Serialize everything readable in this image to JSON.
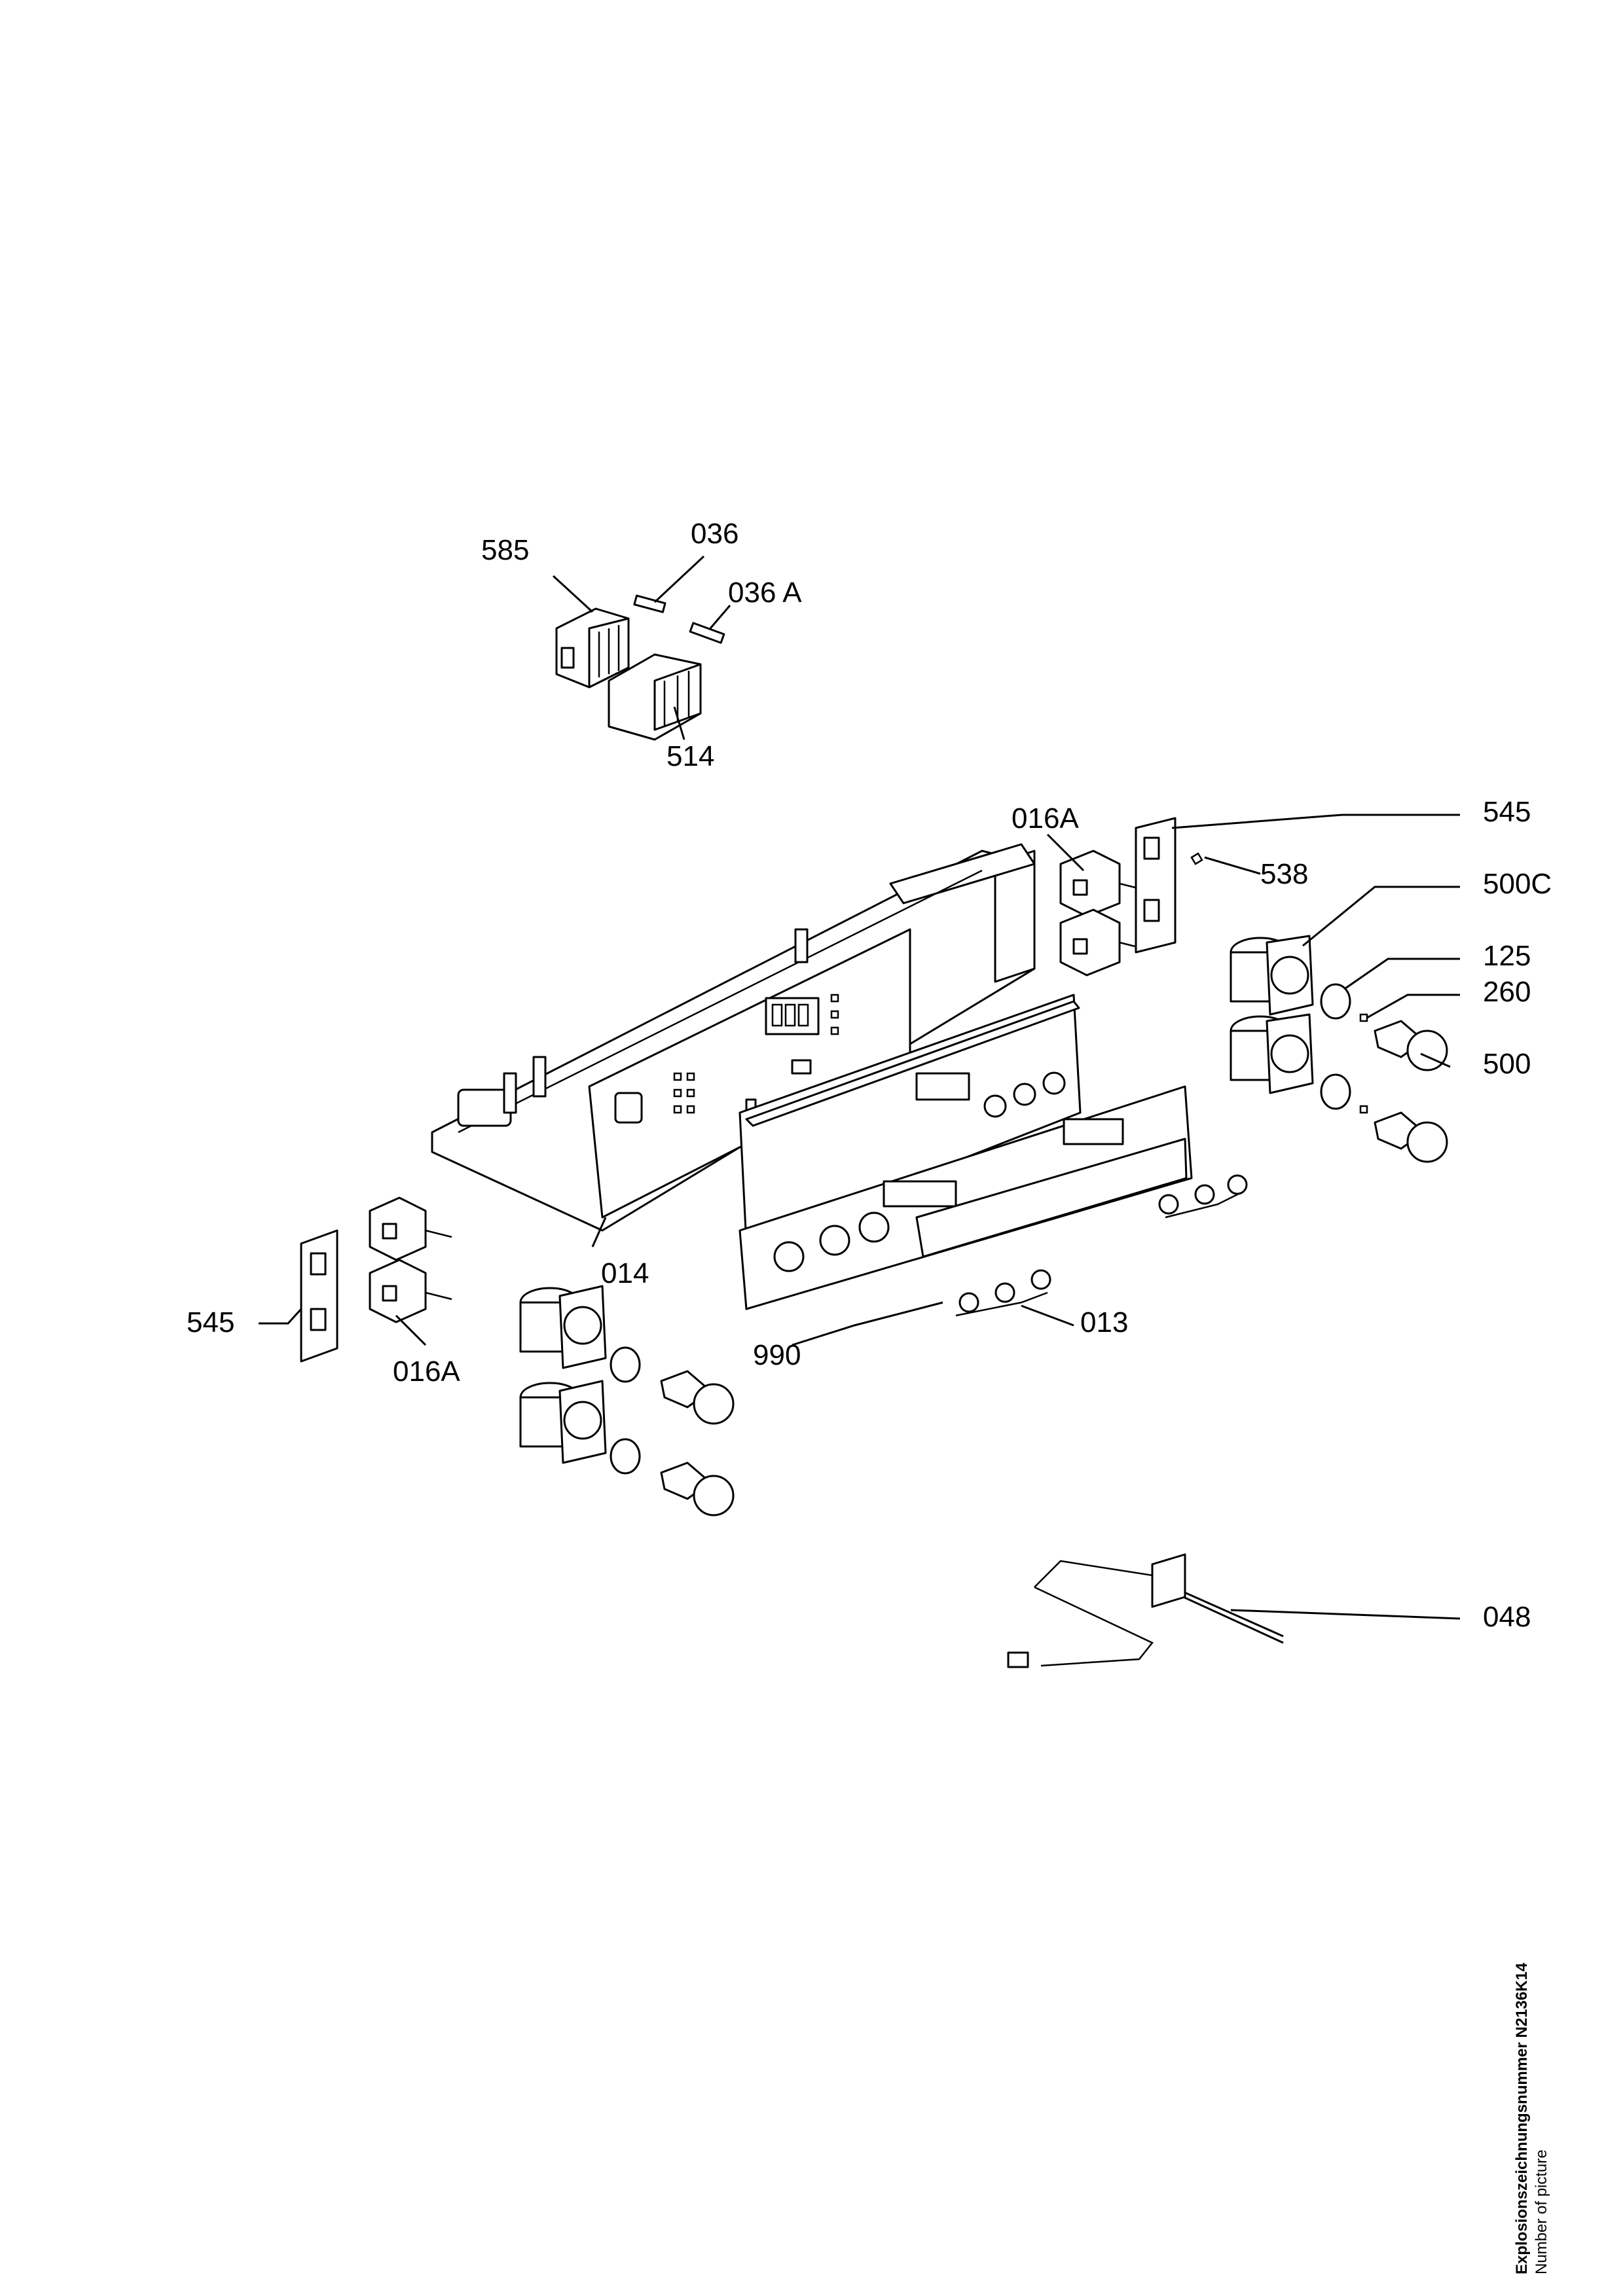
{
  "callouts": {
    "p585": "585",
    "p036": "036",
    "p036a": "036 A",
    "p514": "514",
    "p016a_right": "016A",
    "p545_right": "545",
    "p538": "538",
    "p500c": "500C",
    "p125": "125",
    "p260": "260",
    "p500": "500",
    "p014": "014",
    "p545_left": "545",
    "p016a_left": "016A",
    "p990": "990",
    "p013": "013",
    "p048": "048"
  },
  "caption": {
    "drawing_number": "Explosionszeichnungsnummer N2136K14",
    "number_of_picture": "Number of picture"
  }
}
